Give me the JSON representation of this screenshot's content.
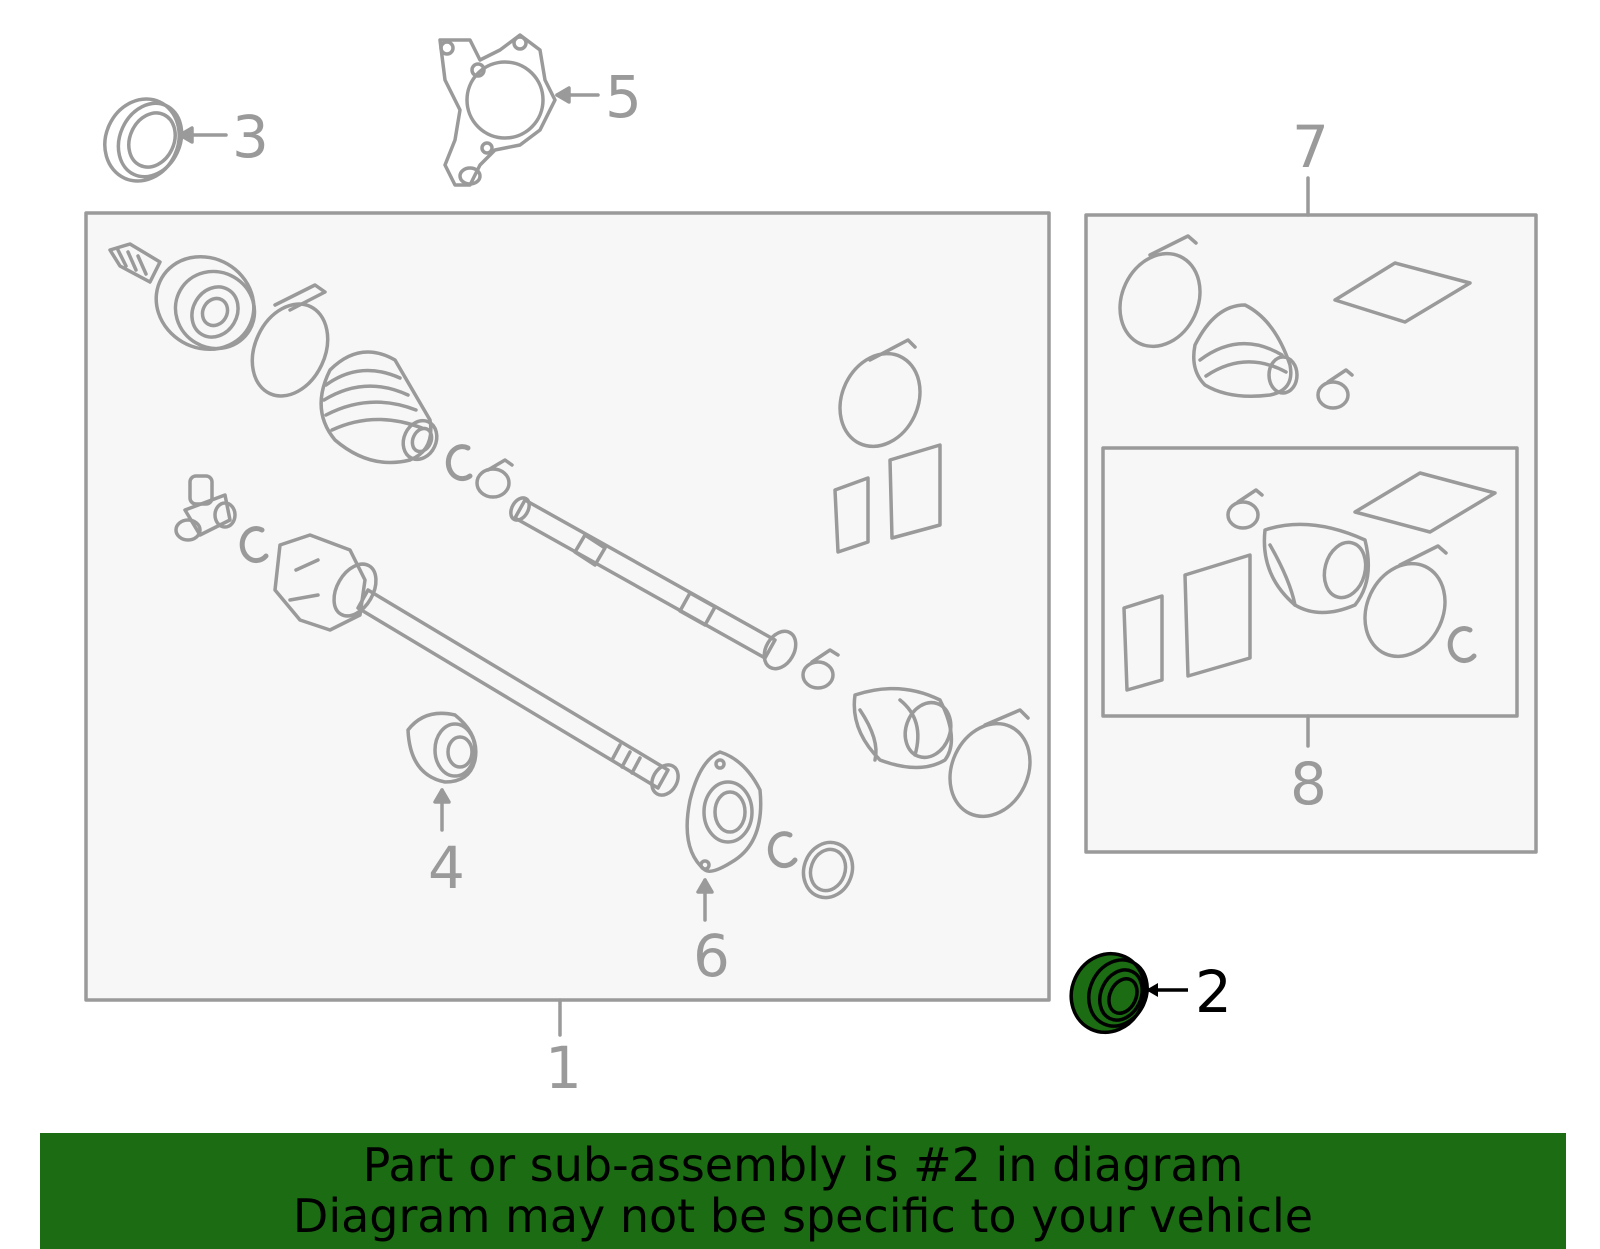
{
  "callouts": {
    "c1": "1",
    "c2": "2",
    "c3": "3",
    "c4": "4",
    "c5": "5",
    "c6": "6",
    "c7": "7",
    "c8": "8"
  },
  "highlight_color": "#1b6c12",
  "banner": {
    "line1": "Part or sub-assembly is #2 in diagram",
    "line2": "Diagram may not be specific to your vehicle"
  }
}
